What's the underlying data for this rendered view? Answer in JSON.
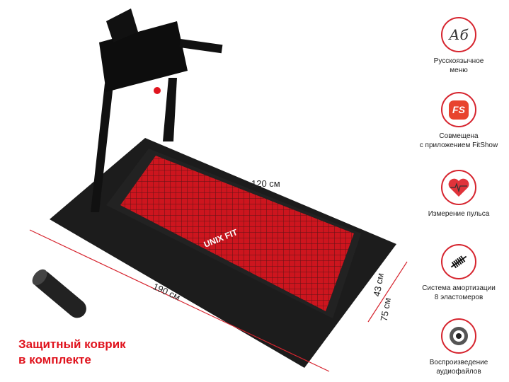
{
  "brand": "UNIX FIT",
  "dimensions": {
    "belt_length": "120 см",
    "mat_length": "190 см",
    "belt_width": "43 см",
    "mat_width": "75 см"
  },
  "promo": {
    "line1": "Защитный коврик",
    "line2": "в комплекте"
  },
  "features": [
    {
      "icon": "cyrillic-letters-icon",
      "glyph": "Аб",
      "line1": "Русскоязычное",
      "line2": "меню"
    },
    {
      "icon": "fitshow-app-icon",
      "glyph": "FS",
      "line1": "Совмещена",
      "line2": "с приложением FitShow"
    },
    {
      "icon": "heart-pulse-icon",
      "line1": "Измерение пульса",
      "line2": ""
    },
    {
      "icon": "spring-icon",
      "line1": "Система амортизации",
      "line2": "8 эластомеров"
    },
    {
      "icon": "speaker-icon",
      "line1": "Воспроизведение",
      "line2": "аудиофайлов"
    }
  ],
  "colors": {
    "accent": "#d6242e",
    "mat": "#1c1c1c",
    "belt_glow": "#e0141e"
  }
}
